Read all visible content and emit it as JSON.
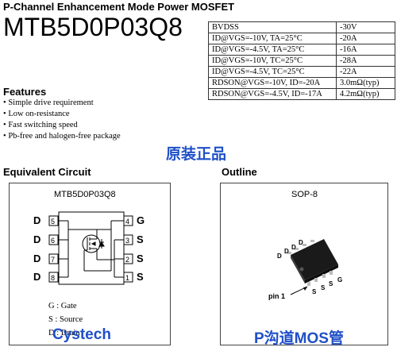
{
  "header": {
    "subtitle": "P-Channel Enhancement Mode Power MOSFET",
    "part_number": "MTB5D0P03Q8"
  },
  "specs": [
    {
      "param": "BVDSS",
      "value": "-30V"
    },
    {
      "param": "ID@VGS=-10V, TA=25°C",
      "value": "-20A"
    },
    {
      "param": "ID@VGS=-4.5V, TA=25°C",
      "value": "-16A"
    },
    {
      "param": "ID@VGS=-10V, TC=25°C",
      "value": "-28A"
    },
    {
      "param": "ID@VGS=-4.5V, TC=25°C",
      "value": "-22A"
    },
    {
      "param": "RDSON@VGS=-10V, ID=-20A",
      "value": "3.0mΩ(typ)"
    },
    {
      "param": "RDSON@VGS=-4.5V, ID=-17A",
      "value": "4.2mΩ(typ)"
    }
  ],
  "features": {
    "title": "Features",
    "items": [
      "Simple drive requirement",
      "Low on-resistance",
      "Fast switching speed",
      "Pb-free and halogen-free package"
    ]
  },
  "watermarks": {
    "genuine": "原装正品",
    "brand": "Cystech",
    "type": "P沟道MOS管"
  },
  "equivalent_circuit": {
    "title": "Equivalent Circuit",
    "part_label": "MTB5D0P03Q8",
    "left_pins": [
      {
        "letter": "D",
        "num": "5"
      },
      {
        "letter": "D",
        "num": "6"
      },
      {
        "letter": "D",
        "num": "7"
      },
      {
        "letter": "D",
        "num": "8"
      }
    ],
    "right_pins": [
      {
        "letter": "G",
        "num": "4"
      },
      {
        "letter": "S",
        "num": "3"
      },
      {
        "letter": "S",
        "num": "2"
      },
      {
        "letter": "S",
        "num": "1"
      }
    ],
    "legend": [
      "G : Gate",
      "S : Source",
      "D : Drain"
    ]
  },
  "outline": {
    "title": "Outline",
    "package": "SOP-8",
    "pin_labels_top": [
      "D",
      "D",
      "D",
      "D"
    ],
    "pin_labels_bottom": [
      "S",
      "S",
      "S",
      "G"
    ],
    "pin1_label": "pin 1"
  }
}
